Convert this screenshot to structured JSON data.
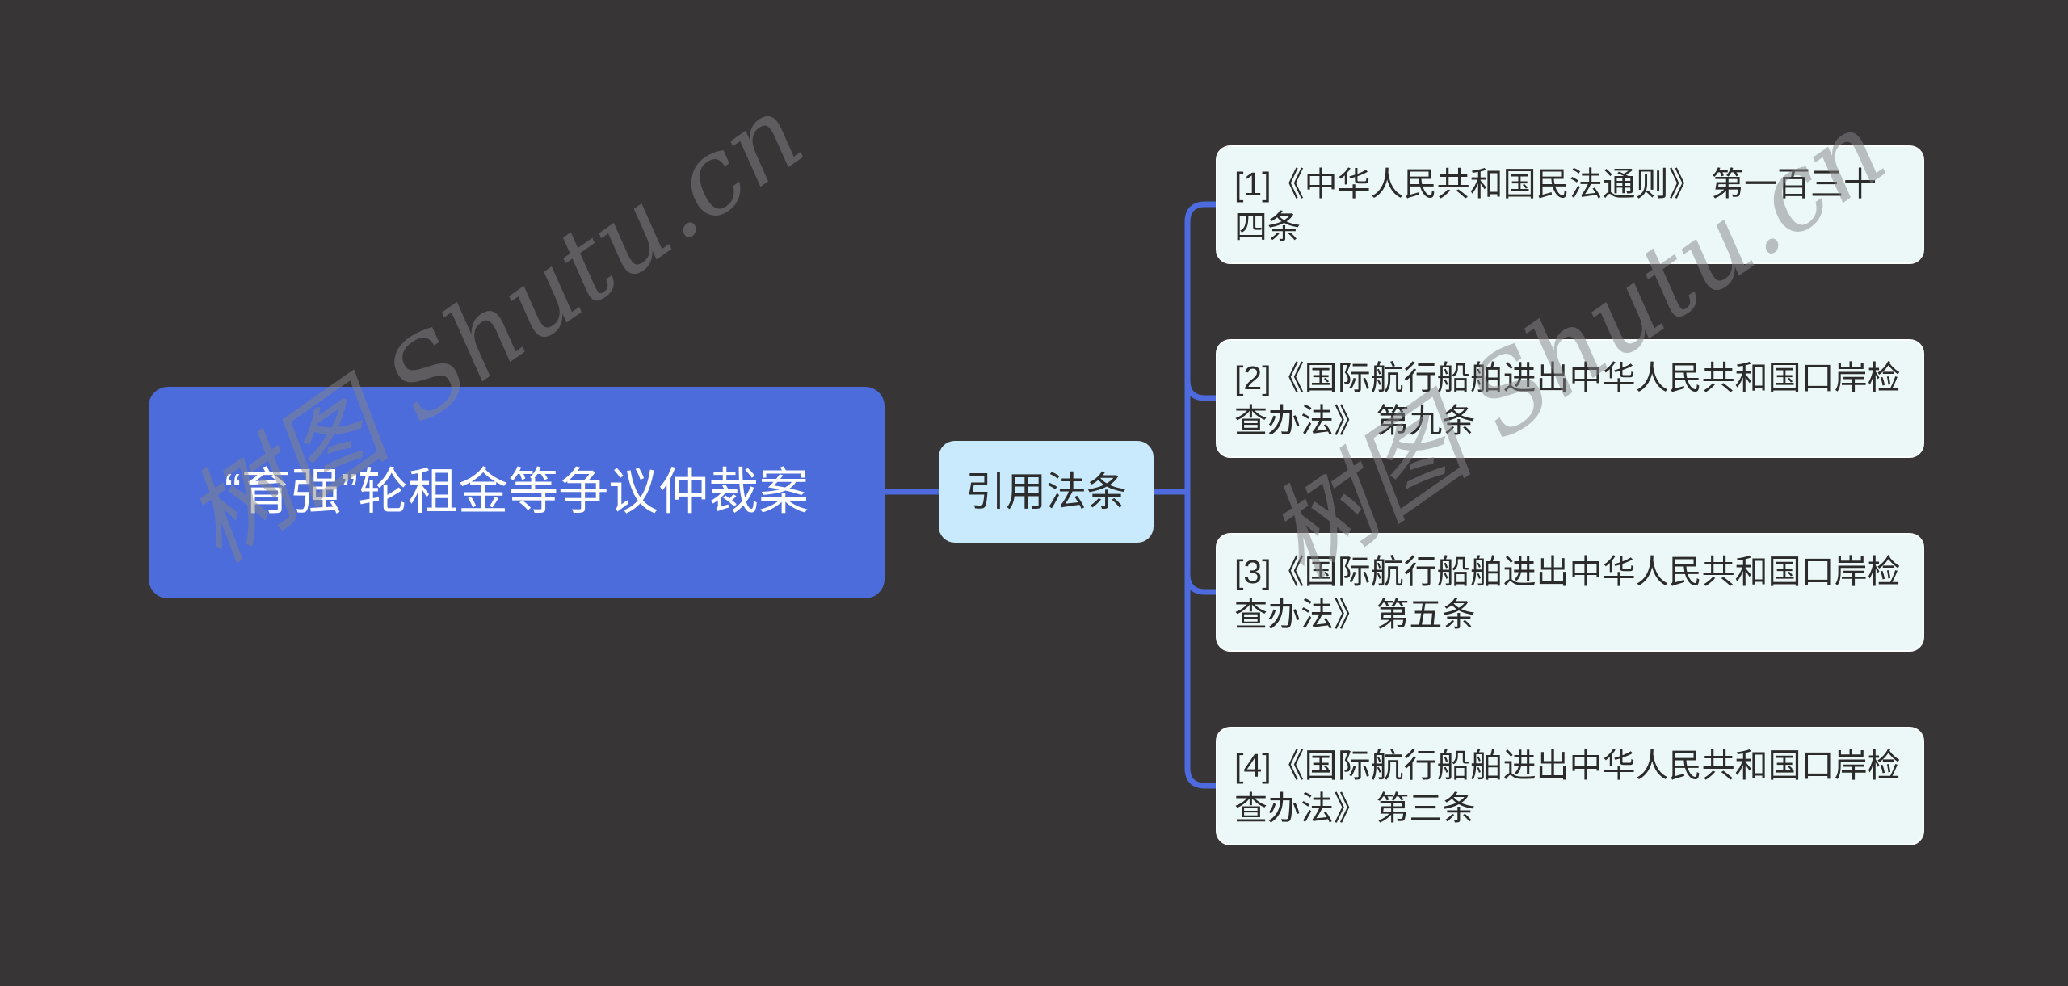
{
  "app": {
    "background_color": "#383537"
  },
  "watermark": {
    "text": "树图 Shutu.cn"
  },
  "mindmap": {
    "connector_color": "#4d6ade",
    "root": {
      "label": "“育强”轮租金等争议仲裁案",
      "fill": "#4d6cdb",
      "text_color": "#ffffff"
    },
    "branch": {
      "label": "引用法条",
      "fill": "#c9eafd",
      "text_color": "#2d2d2d"
    },
    "citation_style": {
      "fill": "#ecf8f7",
      "text_color": "#2b2b2b"
    },
    "citations": [
      {
        "label": "[1]《中华人民共和国民法通则》 第一百三十四条"
      },
      {
        "label": "[2]《国际航行船舶进出中华人民共和国口岸检查办法》 第九条"
      },
      {
        "label": "[3]《国际航行船舶进出中华人民共和国口岸检查办法》 第五条"
      },
      {
        "label": "[4]《国际航行船舶进出中华人民共和国口岸检查办法》 第三条"
      }
    ]
  }
}
